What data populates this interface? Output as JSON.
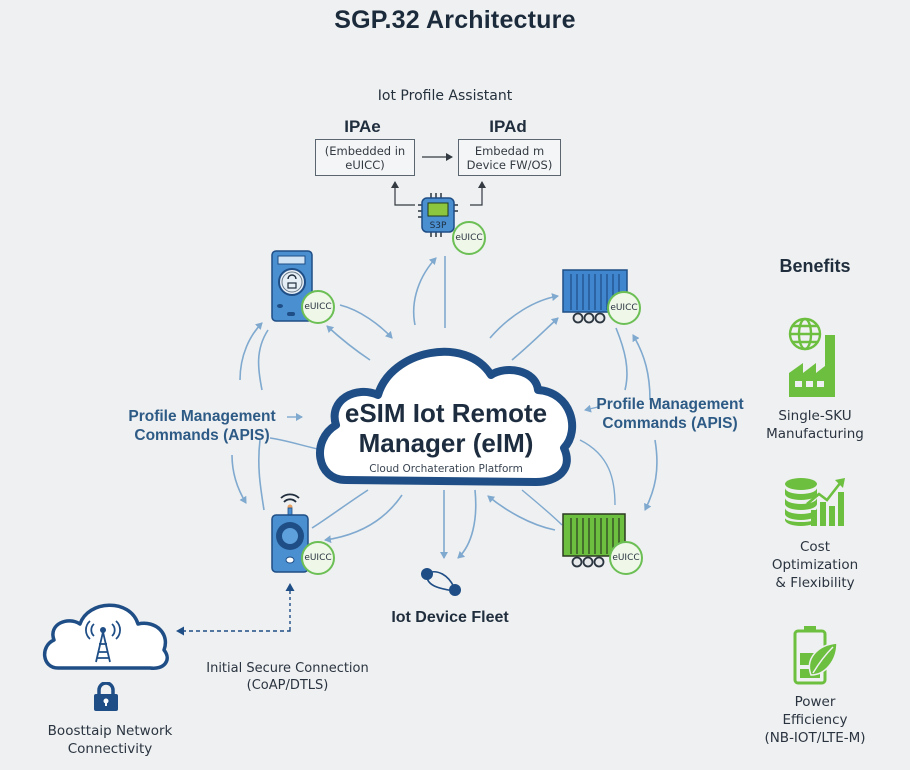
{
  "title": "SGP.32 Architecture",
  "ipa": {
    "heading": "Iot Profile Assistant",
    "ipae": {
      "label": "IPAe",
      "description": "(Embedded in eUICC)"
    },
    "ipad": {
      "label": "IPAd",
      "description": "Embedad m Device FW/OS)"
    }
  },
  "eim": {
    "title_line1": "eSIM Iot Remote",
    "title_line2": "Manager (eIM)",
    "subtitle": "Cloud Orchateration Platform"
  },
  "devices": [
    {
      "name": "chip-module",
      "badge": "eUICC",
      "chip_text": "S3P",
      "color": "#4a8fd0"
    },
    {
      "name": "handheld-meter",
      "badge": "eUICC",
      "color": "#4a8fd0"
    },
    {
      "name": "blue-container",
      "badge": "eUICC",
      "color": "#3f86cf"
    },
    {
      "name": "tracker-device",
      "badge": "eUICC",
      "color": "#4a8fd0"
    },
    {
      "name": "green-container",
      "badge": "eUICC",
      "color": "#6cbf3f"
    }
  ],
  "labels": {
    "pmc_left_line1": "Profile Management",
    "pmc_left_line2": "Commands (APIS)",
    "pmc_right_line1": "Profile Management",
    "pmc_right_line2": "Commands (APIS)",
    "fleet": "Iot Device Fleet",
    "secure_line1": "Initial Secure Connection",
    "secure_line2": "(CoAP/DTLS)",
    "bootstrap_line1": "Boosttaip Network",
    "bootstrap_line2": "Connectivity"
  },
  "benefits": {
    "heading": "Benefits",
    "items": [
      {
        "icon": "factory-globe-icon",
        "line1": "Single-SKU",
        "line2": "Manufacturing",
        "line3": ""
      },
      {
        "icon": "coins-growth-chart-icon",
        "line1": "Cost",
        "line2": "Optimization",
        "line3": "& Flexibility"
      },
      {
        "icon": "battery-leaf-icon",
        "line1": "Power Efficiency",
        "line2": "(NB-IOT/LTE-M)",
        "line3": ""
      }
    ]
  },
  "colors": {
    "primary_blue": "#1f4e86",
    "device_blue": "#4a8fd0",
    "arrow_blue": "#7fa9cf",
    "accent_green": "#6cbf3f",
    "text_dark": "#1f2d3d",
    "background": "#eff0f1"
  }
}
